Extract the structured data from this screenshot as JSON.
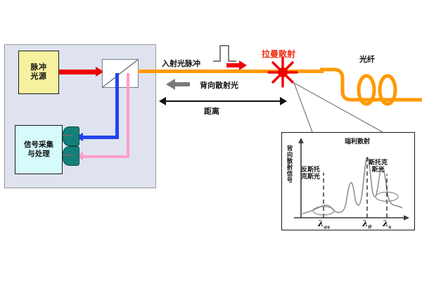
{
  "diagram": {
    "title_semantic": "distributed-raman-fiber-sensing-schematic",
    "colors": {
      "fiber_orange": "#FF9900",
      "pump_red": "#EE0000",
      "anti_stokes_blue": "#2244EE",
      "stokes_pink": "#FF9DC7",
      "detector_teal": "#128079",
      "enclosure_fill": "#DFE3F0",
      "source_fill": "#F7F1A0",
      "dsp_fill": "#D6FBFB",
      "raman_label_red": "#EF2B12",
      "gray_arrow": "#7A7A7A"
    }
  },
  "instrument": {
    "pulse_source": {
      "line1": "脉冲",
      "line2": "光源"
    },
    "signal_processing": {
      "line1": "信号采集",
      "line2": "与处理"
    },
    "beam_splitter_name": "beam-splitter",
    "detector_upper_name": "photodetector-anti-stokes",
    "detector_lower_name": "photodetector-stokes"
  },
  "fiber_path": {
    "incident_pulse_label": "入射光脉冲",
    "backscatter_label": "背向散射光",
    "distance_label": "距离",
    "raman_label": "拉曼散射",
    "fiber_label": "光纤"
  },
  "chart_data": {
    "type": "line",
    "title": "",
    "xlabel": "",
    "ylabel": "背向散射信号",
    "annotations": [
      {
        "text": "瑞利散射",
        "at_x": "λ0",
        "role": "rayleigh-peak-label"
      },
      {
        "text": "反斯托\n克斯光",
        "at_x": "λas",
        "role": "anti-stokes-label"
      },
      {
        "text": "斯托克\n斯光",
        "at_x": "λs",
        "role": "stokes-label"
      }
    ],
    "anti_stokes_label_line1": "反斯托",
    "anti_stokes_label_line2": "克斯光",
    "rayleigh_label": "瑞利散射",
    "stokes_label_line1": "斯托克",
    "stokes_label_line2": "斯光",
    "tick_labels": [
      "λas",
      "λ0",
      "λs"
    ],
    "tick_base": [
      "λ",
      "λ",
      "λ"
    ],
    "tick_sub": [
      "as",
      "0",
      "s"
    ],
    "grid": false,
    "legend": "none",
    "x": [
      0,
      6,
      12,
      18,
      22,
      26,
      30,
      34,
      38,
      42,
      46,
      50,
      54,
      58,
      62,
      66,
      70,
      74,
      78,
      82,
      86,
      90,
      94,
      100
    ],
    "values": [
      4,
      5,
      7,
      12,
      16,
      14,
      10,
      9,
      11,
      40,
      52,
      30,
      86,
      96,
      40,
      56,
      62,
      26,
      14,
      18,
      22,
      20,
      16,
      12
    ],
    "ylim": [
      0,
      100
    ],
    "xlim": [
      0,
      100
    ],
    "peaks": [
      {
        "name": "anti-stokes",
        "x_pct": 22,
        "height_pct": 16
      },
      {
        "name": "rayleigh-shoulder-left",
        "x_pct": 46,
        "height_pct": 52
      },
      {
        "name": "rayleigh",
        "x_pct": 57,
        "height_pct": 96
      },
      {
        "name": "rayleigh-shoulder-right",
        "x_pct": 68,
        "height_pct": 62
      },
      {
        "name": "stokes",
        "x_pct": 84,
        "height_pct": 24
      }
    ]
  }
}
